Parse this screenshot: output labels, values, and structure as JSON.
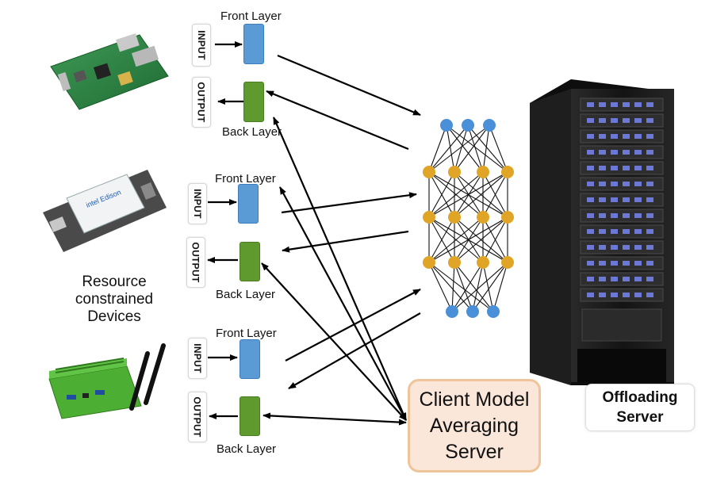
{
  "devices": {
    "caption": "Resource\nconstrained\nDevices",
    "items": [
      {
        "name": "raspberry-pi",
        "front_label": "Front Layer",
        "back_label": "Back Layer",
        "input_label": "INPUT",
        "output_label": "OUTPUT"
      },
      {
        "name": "intel-edison",
        "front_label": "Front Layer",
        "back_label": "Back Layer",
        "input_label": "INPUT",
        "output_label": "OUTPUT"
      },
      {
        "name": "fanless-mini-pc",
        "front_label": "Front Layer",
        "back_label": "Back Layer",
        "input_label": "INPUT",
        "output_label": "OUTPUT"
      }
    ]
  },
  "averaging_server": {
    "label": "Client Model\nAveraging\nServer"
  },
  "offloading_server": {
    "label": "Offloading\nServer"
  },
  "neural_network": {
    "layer_sizes": [
      3,
      4,
      4,
      4,
      3
    ]
  },
  "colors": {
    "front_layer": "#5b9bd5",
    "back_layer": "#5e9a2e",
    "input_node": "#4a90d9",
    "hidden_node": "#e0a526",
    "averaging_box_fill": "#fbe7d9",
    "averaging_box_border": "#f0c49a",
    "server_body": "#1c1c1c"
  }
}
